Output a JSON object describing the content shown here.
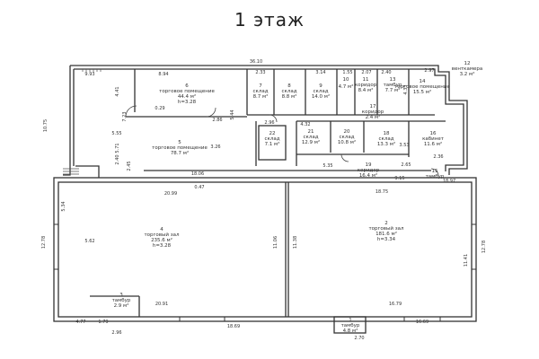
{
  "title": "1 этаж",
  "dims": {
    "top": "36.10",
    "left": "10.75",
    "right": "12.78",
    "left2": "12.78",
    "d993": "9.93",
    "d894": "8.94",
    "d441": "4.41",
    "d723": "7.23",
    "d555": "5.55",
    "d571": "5.71",
    "d240": "2.40",
    "d245": "2.45",
    "d1806": "18.06",
    "d2099": "20.99",
    "d047": "0.47",
    "d029": "0.29",
    "d286": "2.86",
    "d233": "2.33",
    "d314": "3.14",
    "d207": "2.07",
    "d240b": "2.40",
    "d297": "2.97",
    "d155": "1.55",
    "d433": "4.33",
    "d432": "4.32",
    "d296": "2.96",
    "d1875": "18.75",
    "d915": "9.15",
    "d1897": "18.97",
    "d2091": "20.91",
    "d1679": "16.79",
    "d1869": "18.69",
    "d534": "5.34",
    "d562": "5.62",
    "d1106": "11.06",
    "d1138": "11.38",
    "d1141": "11.41",
    "d477": "4.77",
    "d179": "1.79",
    "d296b": "2.96",
    "d1669": "16.69",
    "d353": "3.53",
    "d265": "2.65",
    "d236": "2.36",
    "d544": "5.44",
    "d535": "5.35",
    "d326": "3.26",
    "d270": "2.70"
  },
  "rooms": [
    {
      "num": "6",
      "name": "торговое помещение",
      "area": "44.4 м²",
      "h": "h=3.28"
    },
    {
      "num": "5",
      "name": "торговое помещение",
      "area": "78.7 м²",
      "h": ""
    },
    {
      "num": "7",
      "name": "склад",
      "area": "8.7 м²",
      "h": ""
    },
    {
      "num": "8",
      "name": "склад",
      "area": "8.8 м²",
      "h": ""
    },
    {
      "num": "9",
      "name": "склад",
      "area": "14.0 м²",
      "h": ""
    },
    {
      "num": "10",
      "name": "",
      "area": "4.7 м²",
      "h": ""
    },
    {
      "num": "11",
      "name": "коридор",
      "area": "8.4 м²",
      "h": ""
    },
    {
      "num": "13",
      "name": "тамбур",
      "area": "7.7 м²",
      "h": ""
    },
    {
      "num": "14",
      "name": "торговое помещение",
      "area": "15.5 м²",
      "h": ""
    },
    {
      "num": "12",
      "name": "венткамера",
      "area": "3.2 м²",
      "h": ""
    },
    {
      "num": "22",
      "name": "склад",
      "area": "7.1 м²",
      "h": ""
    },
    {
      "num": "21",
      "name": "склад",
      "area": "12.9 м²",
      "h": ""
    },
    {
      "num": "20",
      "name": "склад",
      "area": "10.8 м²",
      "h": ""
    },
    {
      "num": "17",
      "name": "коридор",
      "area": "2.4 м²",
      "h": ""
    },
    {
      "num": "18",
      "name": "склад",
      "area": "13.3 м²",
      "h": ""
    },
    {
      "num": "16",
      "name": "кабинет",
      "area": "11.6 м²",
      "h": ""
    },
    {
      "num": "19",
      "name": "коридор",
      "area": "16.4 м²",
      "h": ""
    },
    {
      "num": "15",
      "name": "тамбур",
      "area": "",
      "h": ""
    },
    {
      "num": "4",
      "name": "торговый зал",
      "area": "235.6 м²",
      "h": "h=3.28"
    },
    {
      "num": "2",
      "name": "торговый зал",
      "area": "181.6 м²",
      "h": "h=3.34"
    },
    {
      "num": "3",
      "name": "тамбур",
      "area": "2.9 м²",
      "h": ""
    },
    {
      "num": "1",
      "name": "тамбур",
      "area": "4.8 м²",
      "h": ""
    }
  ]
}
